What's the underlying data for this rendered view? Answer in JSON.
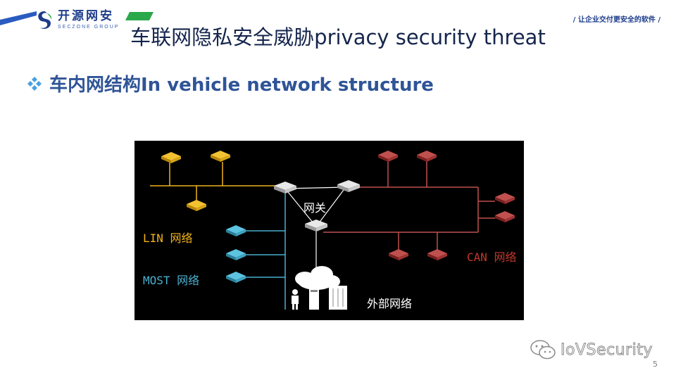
{
  "header": {
    "logo_cn": "开源网安",
    "logo_en": "SECZONE GROUP",
    "slogan": "/ 让企业交付更安全的软件 /"
  },
  "slide": {
    "title": "车联网隐私安全威胁privacy security threat",
    "subtitle": "车内网结构In vehicle network structure",
    "page_number": "5"
  },
  "diagram": {
    "labels": {
      "lin": "LIN 网络",
      "most": "MOST 网络",
      "can": "CAN 网络",
      "gateway": "网关",
      "external": "外部网络"
    },
    "colors": {
      "lin": "#f0b21a",
      "most": "#4ab0d0",
      "can": "#c0392b",
      "background": "#000000"
    }
  },
  "watermark": {
    "text": "IoVSecurity",
    "icon": "wechat-icon"
  }
}
